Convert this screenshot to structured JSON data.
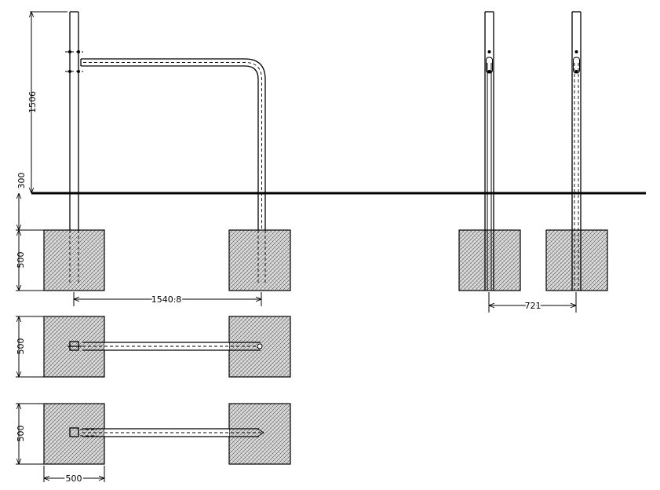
{
  "dimensions": {
    "total_height": "1506",
    "below_ground": "300",
    "foundation_depth": "500",
    "post_spacing": "1540.8",
    "side_spacing": "721",
    "plan_depth_1": "500",
    "plan_depth_2": "500",
    "plan_width": "500"
  },
  "colors": {
    "line": "#000000",
    "hatch": "#555555",
    "background": "#ffffff"
  }
}
